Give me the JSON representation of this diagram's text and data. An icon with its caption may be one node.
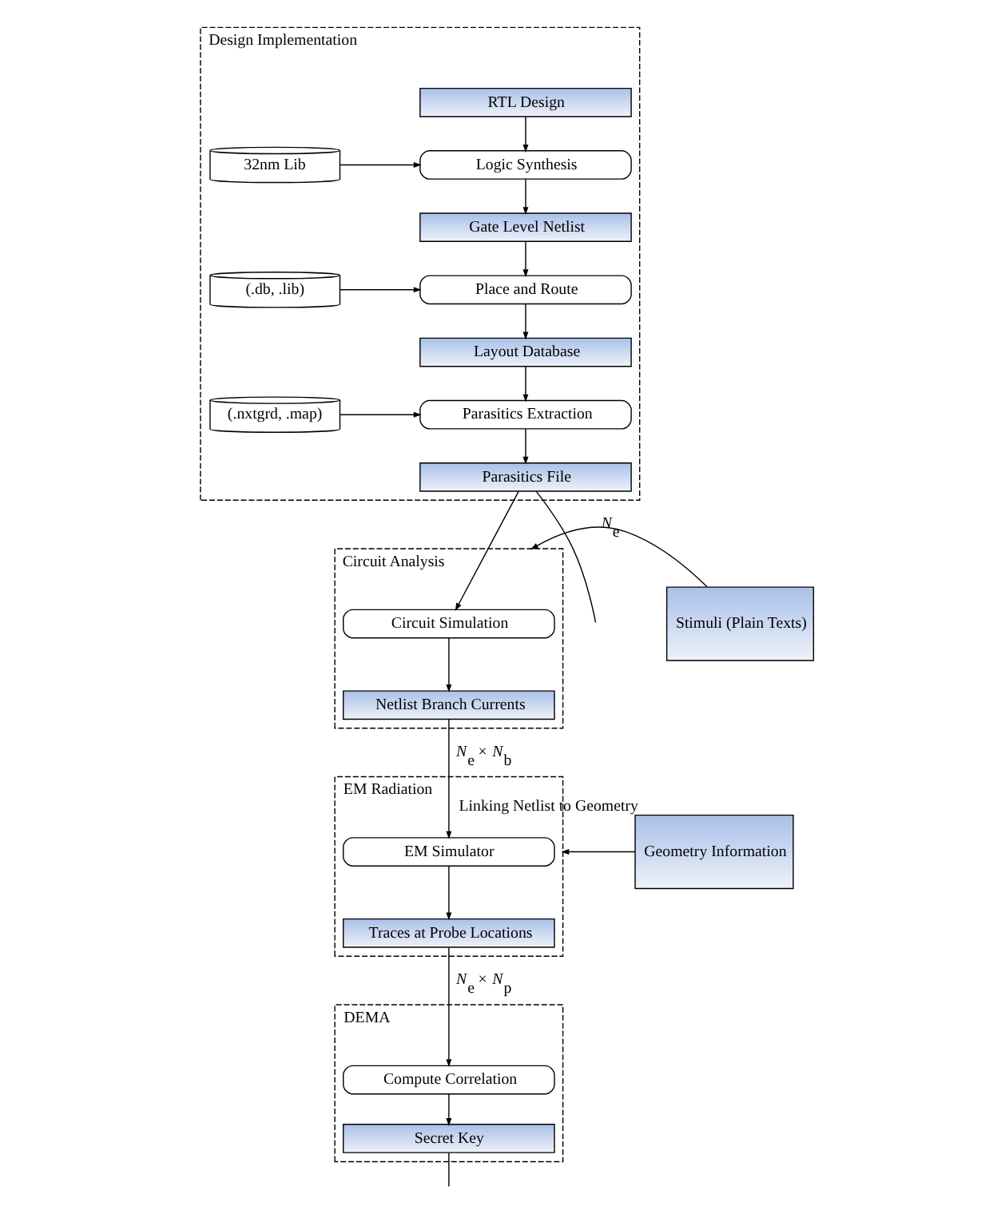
{
  "diagram": {
    "nodes": [
      {
        "text": [
          "Design Implementation"
        ]
      },
      {
        "text": [
          "RTL Design"
        ],
        "in": 0
      },
      {
        "text": [
          "Logic Synthesis"
        ],
        "in": 0
      },
      {
        "text": [
          "32nm Lib"
        ],
        "in": 0
      },
      {
        "text": [
          "Gate Level Netlist"
        ],
        "in": 0
      },
      {
        "text": [
          "Place and Route"
        ],
        "in": 0
      },
      {
        "text": [
          "(.db, .lib)"
        ],
        "in": 0
      },
      {
        "text": [
          "Layout Database"
        ],
        "in": 0
      },
      {
        "text": [
          "Parasitics Extraction"
        ],
        "in": 0
      },
      {
        "text": [
          "(.nxtgrd, .map)"
        ],
        "in": 0
      },
      {
        "text": [
          "Parasitics File"
        ],
        "in": 0
      },
      {
        "text": [
          "Circuit Analysis"
        ]
      },
      {
        "text": [
          "Circuit Simulation"
        ],
        "in": 11
      },
      {
        "text": [
          "Netlist Branch Currents"
        ],
        "in": 11
      },
      {
        "text": [
          "Stimuli (Plain Texts)"
        ]
      },
      {
        "text": [
          "EM Radiation"
        ]
      },
      {
        "text": [
          "EM Simulator"
        ],
        "in": 15
      },
      {
        "text": [
          "Traces at Probe Locations"
        ],
        "in": 15
      },
      {
        "text": [
          "Geometry Information"
        ],
        "beside": [
          "Linking Netlist to Geometry"
        ]
      },
      {
        "text": [
          "DEMA"
        ]
      },
      {
        "text": [
          "Compute Correlation"
        ],
        "in": 19
      },
      {
        "text": [
          "Secret Key"
        ],
        "in": 19
      }
    ],
    "edges": [
      {
        "from": 1,
        "to": 2,
        "arrow": "to"
      },
      {
        "from": 3,
        "to": 2,
        "arrow": "to"
      },
      {
        "from": 2,
        "to": 4,
        "arrow": "to"
      },
      {
        "from": 4,
        "to": 5,
        "arrow": "to"
      },
      {
        "from": 6,
        "to": 5,
        "arrow": "to"
      },
      {
        "from": 5,
        "to": 7,
        "arrow": "to"
      },
      {
        "from": 7,
        "to": 8,
        "arrow": "to"
      },
      {
        "from": 9,
        "to": 8,
        "arrow": "to"
      },
      {
        "from": 8,
        "to": 10,
        "arrow": "to"
      },
      {
        "from": 10,
        "to": 12,
        "arrow": "to"
      },
      {
        "from": 10,
        "to": null,
        "arrow": "none"
      },
      {
        "from": 12,
        "to": 13,
        "arrow": "to"
      },
      {
        "from": 14,
        "to": 11,
        "arrow": "to",
        "label": "*N*$_{e}$"
      },
      {
        "from": 13,
        "to": 16,
        "arrow": "to",
        "label": "*N*$_{e}$ × *N*$_{b}$"
      },
      {
        "from": 18,
        "to": 15,
        "arrow": "to"
      },
      {
        "from": 16,
        "to": 17,
        "arrow": "to"
      },
      {
        "from": 17,
        "to": 20,
        "arrow": "to",
        "label": "*N*$_{e}$ × *N*$_{p}$"
      },
      {
        "from": 20,
        "to": 21,
        "arrow": "to"
      },
      {
        "from": 21,
        "to": null,
        "arrow": "none"
      }
    ]
  }
}
